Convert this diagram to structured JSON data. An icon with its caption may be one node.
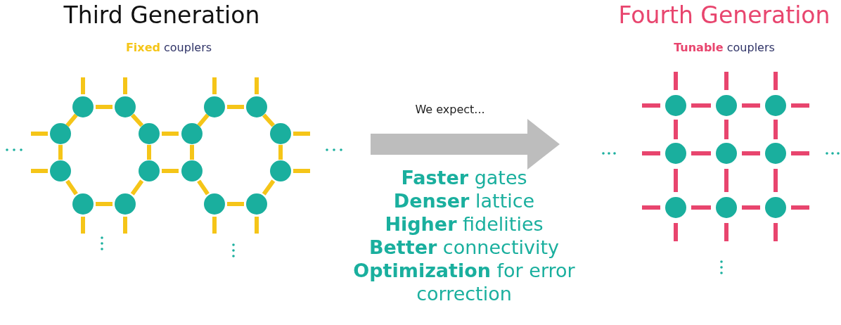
{
  "diagram": {
    "nodes": [
      {
        "text": [
          "Third Generation",
          "**Fixed** couplers"
        ]
      },
      {
        "text": [
          "Fourth Generation",
          "**Tunable** couplers"
        ]
      }
    ],
    "edges": [
      {
        "from": 0,
        "to": 1,
        "arrow": "to",
        "label": "We expect..."
      }
    ],
    "labels": [
      "**Faster** gates",
      "**Denser** lattice",
      "**Higher** fidelities",
      "**Better** connectivity",
      "**Optimization** for error correction"
    ]
  }
}
